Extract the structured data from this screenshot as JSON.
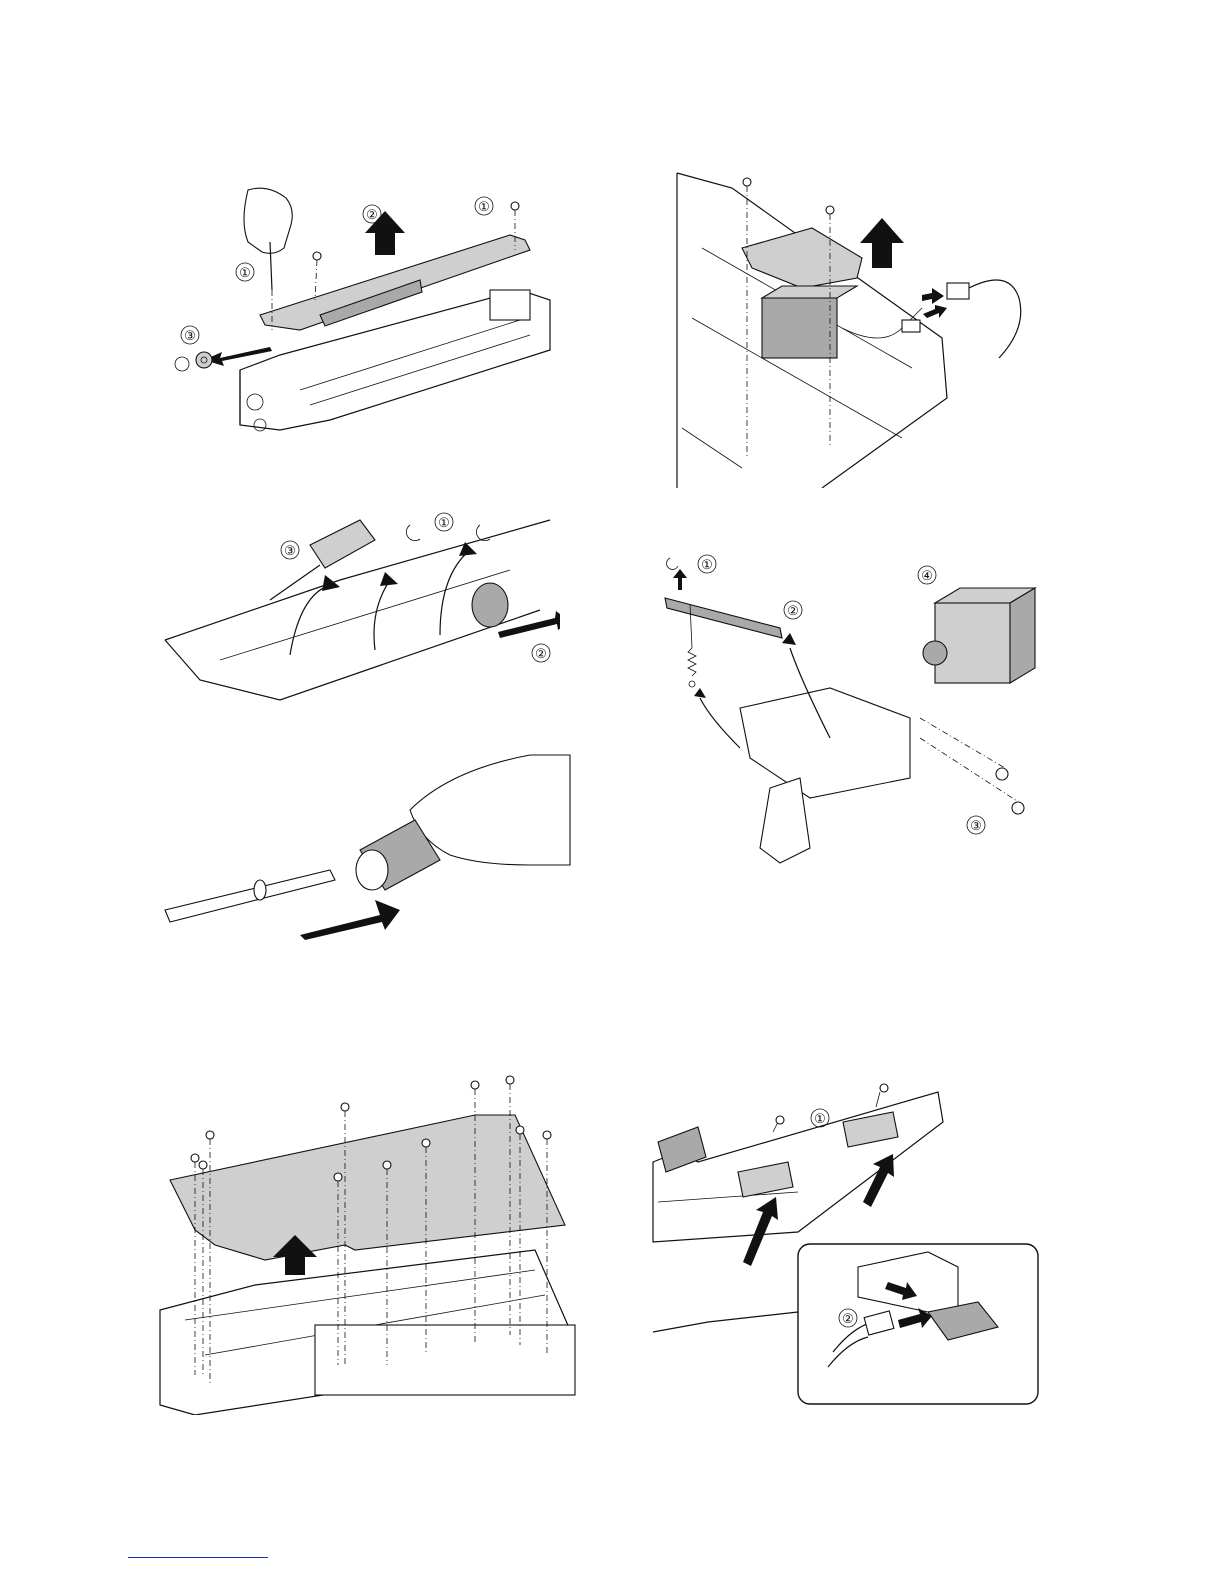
{
  "callouts": {
    "p1": {
      "c1a": "①",
      "c1b": "①",
      "c2": "②",
      "c3": "③"
    },
    "p2": {},
    "p3": {
      "c1": "①",
      "c2": "②",
      "c3": "③"
    },
    "p4": {
      "c1": "①",
      "c2": "②",
      "c3": "③",
      "c4": "④"
    },
    "p5": {},
    "p6": {},
    "p7": {
      "c1": "①",
      "c2": "②"
    }
  }
}
